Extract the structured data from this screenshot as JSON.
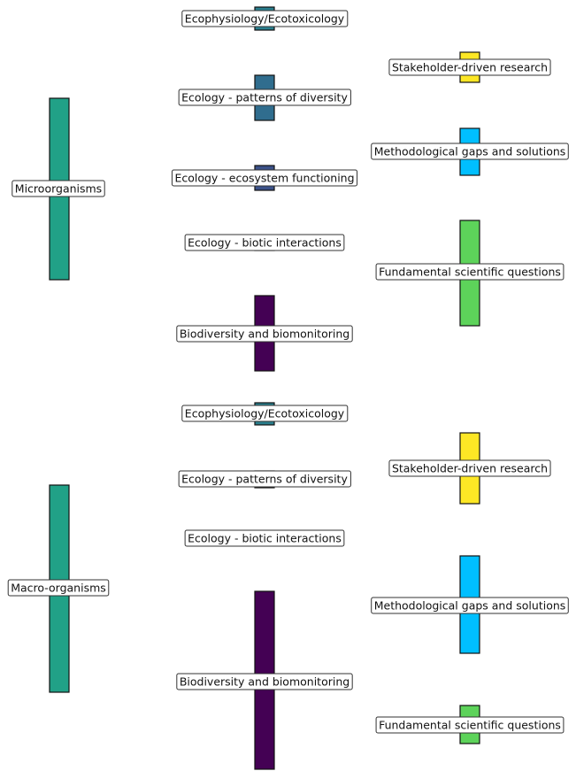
{
  "colors": {
    "source_link": "#7fd3b9",
    "purple_link": "#8a5a9b",
    "ecophys_link": "#6cc4c0",
    "patterns_link": "#6a95b3",
    "function_link": "#7e82ac",
    "biotic_link": "#8d86ab",
    "node_source": "#21a187",
    "node_ecophys": "#2a7f8e",
    "node_patterns": "#306d8e",
    "node_function": "#3b5188",
    "node_biotic": "#4a4f8a",
    "node_biomon": "#440154",
    "node_stakeholder": "#fde725",
    "node_method": "#00bfff",
    "node_fundamental": "#5dd35a"
  },
  "panels": [
    {
      "source": "Microorganisms",
      "themes": [
        "Ecophysiology/Ecotoxicology",
        "Ecology - patterns of diversity",
        "Ecology - ecosystem functioning",
        "Ecology - biotic interactions",
        "Biodiversity and biomonitoring"
      ],
      "outcomes": [
        "Stakeholder-driven research",
        "Methodological gaps and solutions",
        "Fundamental scientific questions"
      ]
    },
    {
      "source": "Macro-organisms",
      "themes": [
        "Ecophysiology/Ecotoxicology",
        "Ecology - patterns of diversity",
        "Ecology - biotic interactions",
        "Biodiversity and biomonitoring"
      ],
      "outcomes": [
        "Stakeholder-driven research",
        "Methodological gaps and solutions",
        "Fundamental scientific questions"
      ]
    }
  ]
}
